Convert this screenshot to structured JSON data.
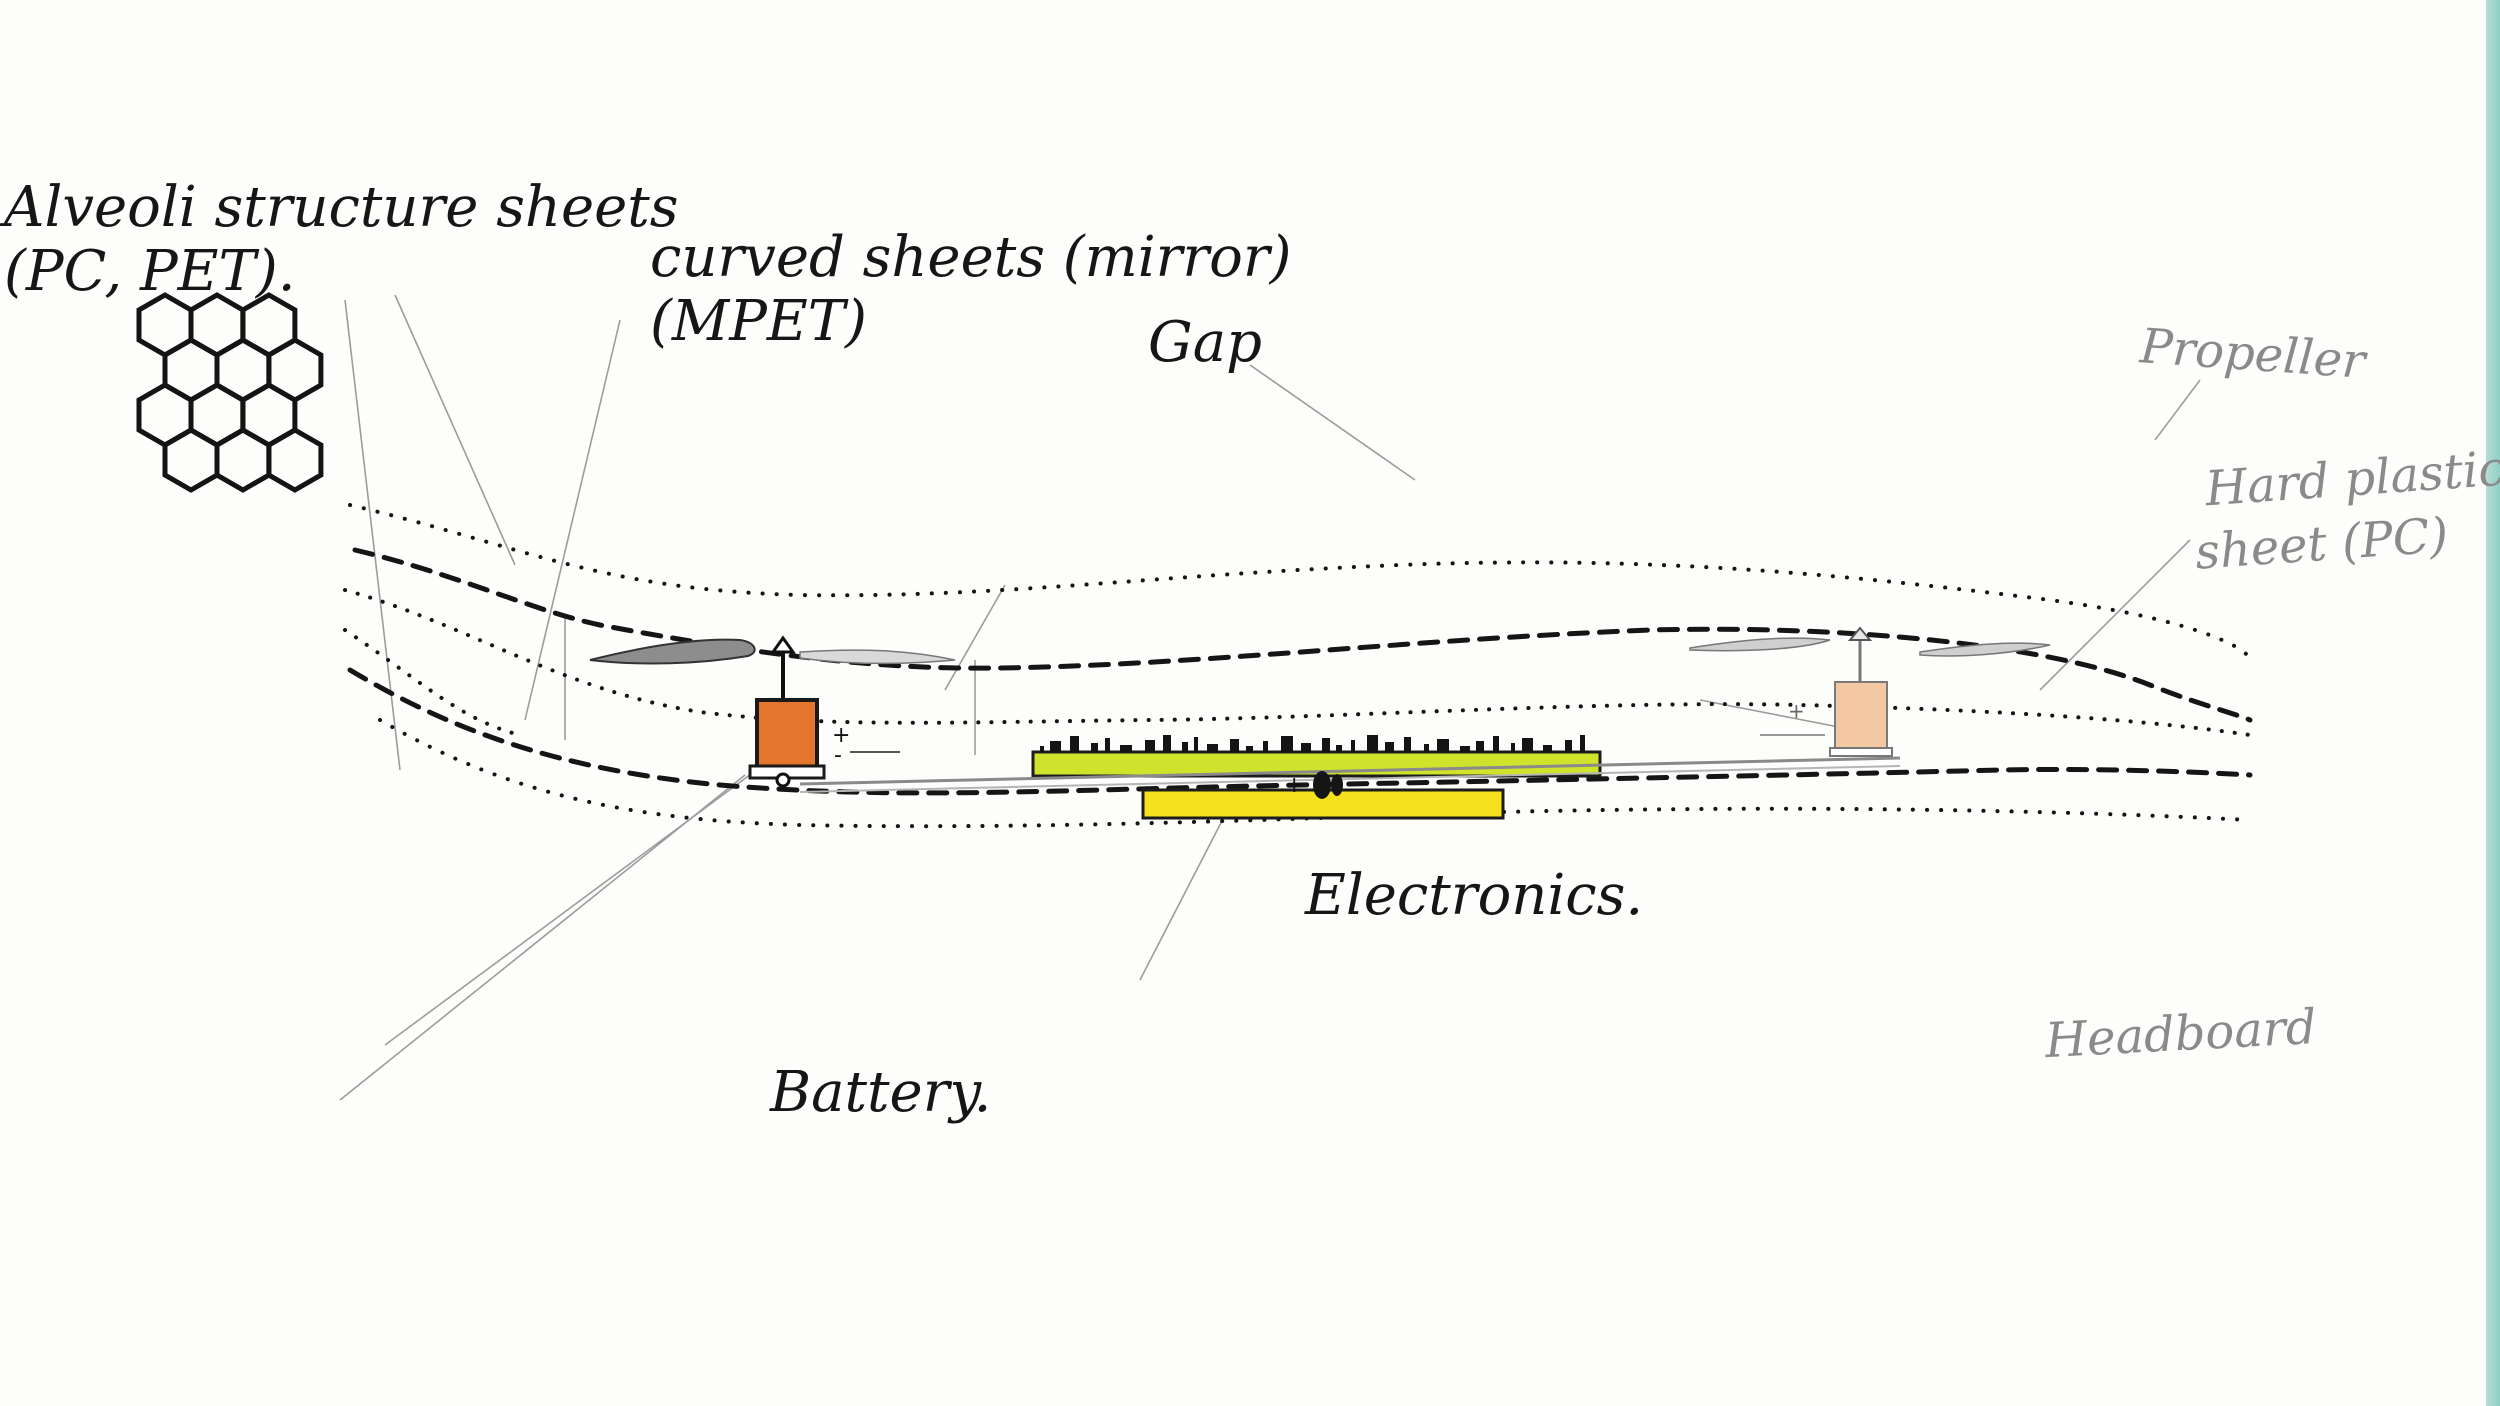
{
  "labels": {
    "alveoli_title": "Alveoli structure sheets",
    "alveoli_material": "(PC, PET).",
    "curved_title": "curved sheets (mirror)",
    "curved_material": "(MPET)",
    "gap": "Gap",
    "propeller": "Propeller",
    "hard_plastic_title": "Hard plastic",
    "hard_plastic_material": "sheet (PC)",
    "electronics": "Electronics.",
    "battery": "Battery.",
    "headboard": "Headboard"
  },
  "colors": {
    "ink": "#1b1b1b",
    "pencil": "#9a9a9a",
    "motor_orange": "#e4752c",
    "motor_light": "#f3c9a4",
    "pcb_green": "#cfe32c",
    "battery_yellow": "#f5e21c",
    "edge_teal": "#8fcfc4"
  }
}
